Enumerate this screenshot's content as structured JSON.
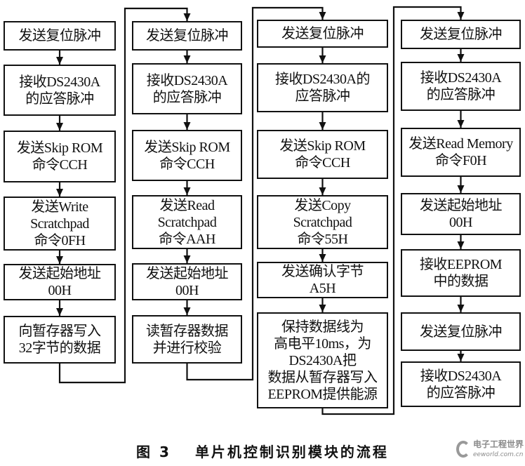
{
  "columns": [
    {
      "boxes": [
        {
          "lines": [
            "发送复位脉冲"
          ]
        },
        {
          "lines": [
            "接收DS2430A",
            "的应答脉冲"
          ]
        },
        {
          "lines": [
            "发送Skip ROM",
            "命令CCH"
          ]
        },
        {
          "lines": [
            "发送Write",
            "Scratchpad",
            "命令0FH"
          ]
        },
        {
          "lines": [
            "发送起始地址",
            "00H"
          ]
        },
        {
          "lines": [
            "向暂存器写入",
            "32字节的数据"
          ]
        }
      ]
    },
    {
      "boxes": [
        {
          "lines": [
            "发送复位脉冲"
          ]
        },
        {
          "lines": [
            "接收DS2430A",
            "的应答脉冲"
          ]
        },
        {
          "lines": [
            "发送Skip ROM",
            "命令CCH"
          ]
        },
        {
          "lines": [
            "发送Read",
            "Scratchpad",
            "命令AAH"
          ]
        },
        {
          "lines": [
            "发送起始地址",
            "00H"
          ]
        },
        {
          "lines": [
            "读暂存器数据",
            "并进行校验"
          ]
        }
      ]
    },
    {
      "boxes": [
        {
          "lines": [
            "发送复位脉冲"
          ]
        },
        {
          "lines": [
            "接收DS2430A的",
            "应答脉冲"
          ]
        },
        {
          "lines": [
            "发送Skip ROM",
            "命令CCH"
          ]
        },
        {
          "lines": [
            "发送Copy",
            "Scratchpad",
            "命令55H"
          ]
        },
        {
          "lines": [
            "发送确认字节",
            "A5H"
          ]
        },
        {
          "lines": [
            "保持数据线为",
            "高电平10ms，为",
            "DS2430A把",
            "数据从暂存器写入",
            "EEPROM提供能源"
          ]
        }
      ]
    },
    {
      "boxes": [
        {
          "lines": [
            "发送复位脉冲"
          ]
        },
        {
          "lines": [
            "接收DS2430A",
            "的应答脉冲"
          ]
        },
        {
          "lines": [
            "发送Read Memory",
            "命令F0H"
          ]
        },
        {
          "lines": [
            "发送起始地址",
            "00H"
          ]
        },
        {
          "lines": [
            "接收EEPROM",
            "中的数据"
          ]
        },
        {
          "lines": [
            "发送复位脉冲"
          ]
        },
        {
          "lines": [
            "接收DS2430A",
            "的应答脉冲"
          ]
        }
      ]
    }
  ],
  "caption": {
    "figure_number": "图 3",
    "title": "单片机控制识别模块的流程"
  },
  "watermark": {
    "line1": "电子工程世界",
    "line2": "eeworld.com.cn"
  },
  "colors": {
    "line": "#111111",
    "background": "#ffffff"
  }
}
